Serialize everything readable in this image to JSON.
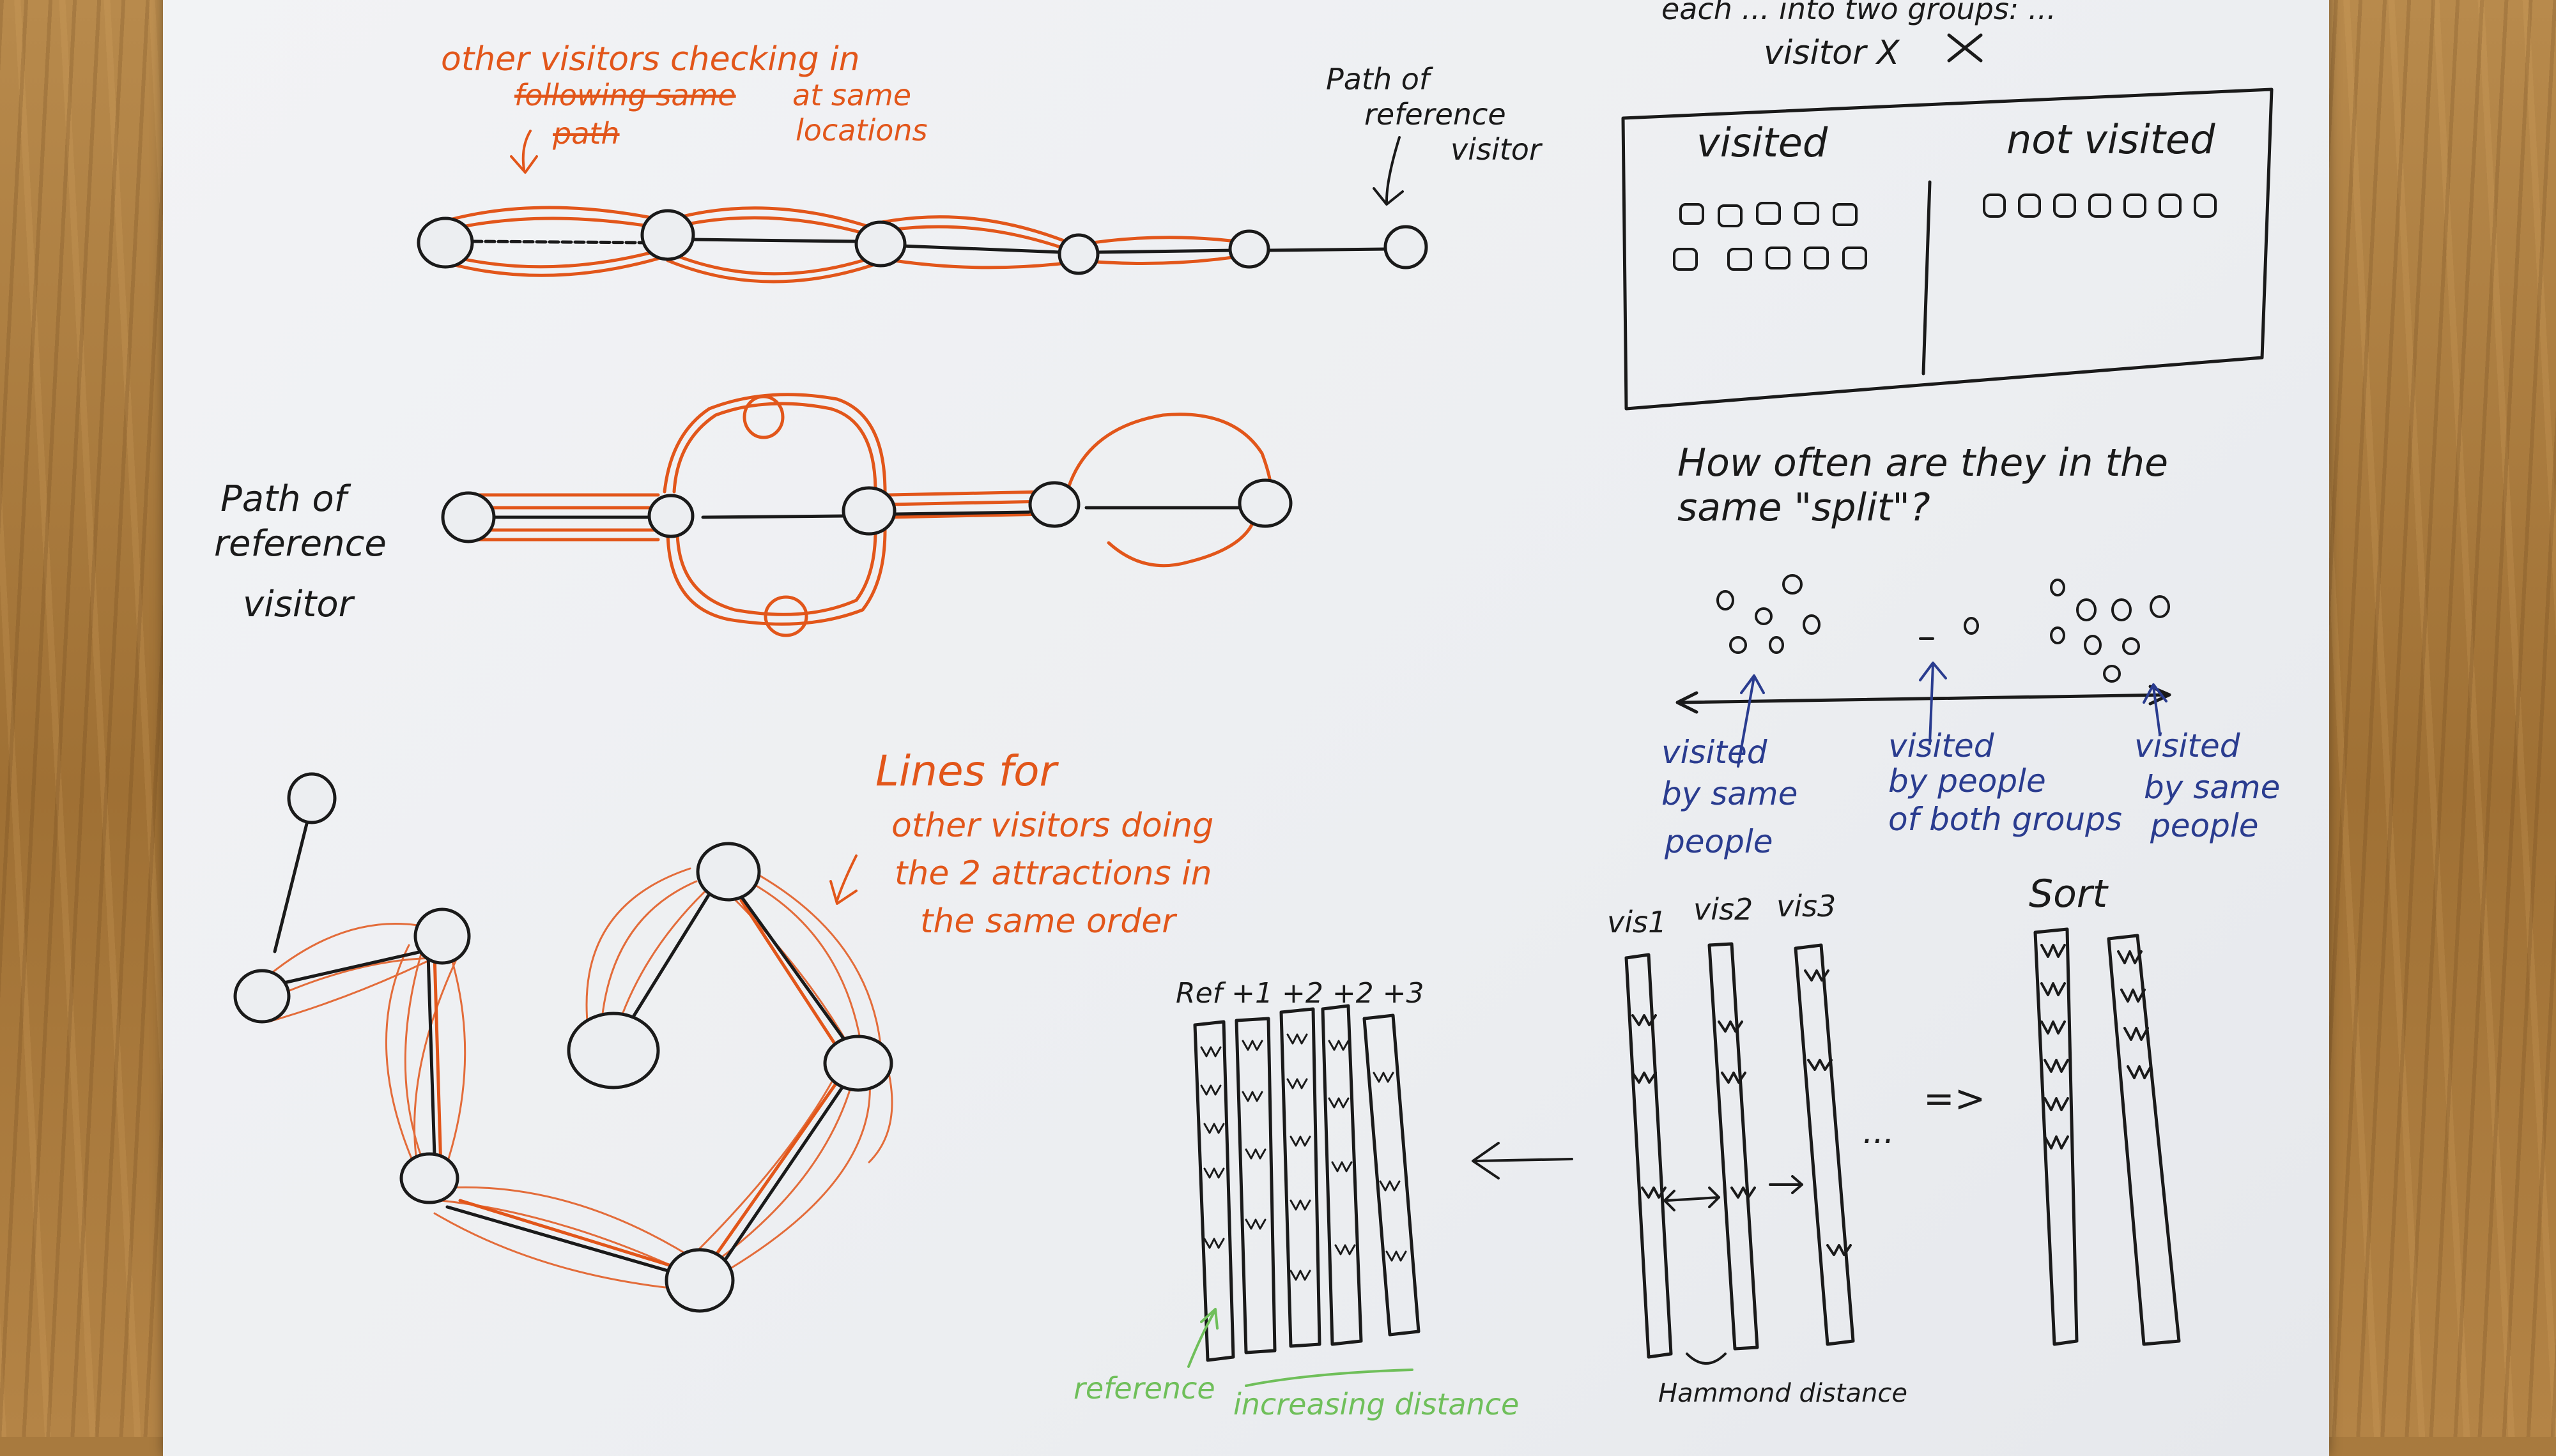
{
  "annotations": {
    "top_left_note_line1": "other visitors checking in",
    "top_left_note_strike1": "following same",
    "top_left_note_strike2": "path",
    "top_left_note_line2": "at same",
    "top_left_note_line3": "locations",
    "path_ref_top_line1": "Path of",
    "path_ref_top_line2": "reference",
    "path_ref_top_line3": "visitor",
    "path_ref_mid_line1": "Path of",
    "path_ref_mid_line2": "reference",
    "path_ref_mid_line3": "visitor",
    "lines_note_line1": "Lines for",
    "lines_note_line2": "other visitors doing",
    "lines_note_line3": "the 2 attractions in",
    "lines_note_line4": "the same order",
    "top_right_line1": "each ... into two groups: ...",
    "top_right_line2": "visitor X",
    "box_visited": "visited",
    "box_not_visited": "not visited",
    "question_line1": "How often are they in the",
    "question_line2": "same \"split\"?",
    "axis_label_left_1": "visited",
    "axis_label_left_2": "by same",
    "axis_label_left_3": "people",
    "axis_label_mid_1": "visited",
    "axis_label_mid_2": "by people",
    "axis_label_mid_3": "of both groups",
    "axis_label_right_1": "visited",
    "axis_label_right_2": "by same",
    "axis_label_right_3": "people",
    "vis1": "vis1",
    "vis2": "vis2",
    "vis3": "vis3",
    "ellipsis": "...",
    "implies": "=>",
    "sort": "Sort",
    "ref_cols": "Ref +1 +2 +2 +3",
    "reference": "reference",
    "increasing_distance": "increasing distance",
    "hamming_distance": "Hammond distance"
  },
  "colors": {
    "ink_black": "#1a1a1a",
    "ink_orange": "#e2561a",
    "ink_blue": "#2a3c8f",
    "ink_green": "#6fbf5a",
    "paper": "#eceef1"
  }
}
